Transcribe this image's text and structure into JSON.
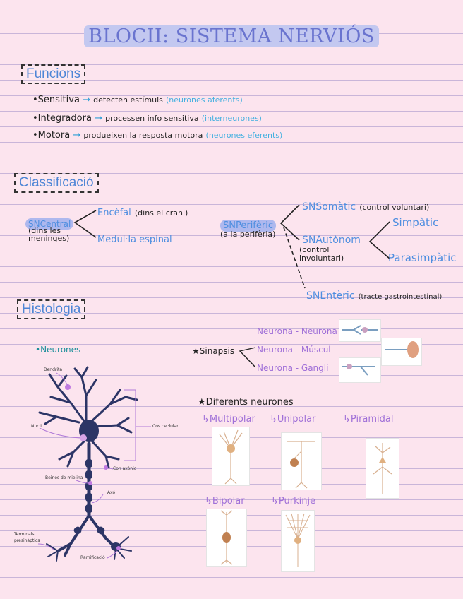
{
  "title": "BLOCII: SISTEMA NERVIÓS",
  "funcions": {
    "heading": "Funcions",
    "items": [
      {
        "name": "•Sensitiva",
        "desc": "detecten estímuls",
        "note": "(neurones aferents)"
      },
      {
        "name": "•Integradora",
        "desc": "processen info sensitiva",
        "note": "(interneurones)"
      },
      {
        "name": "•Motora",
        "desc": "produeixen la resposta motora",
        "note": "(neurones eferents)"
      }
    ]
  },
  "classificacio": {
    "heading": "Classificació",
    "snc": {
      "label": "SNCentral",
      "sub": "(dins les meninges)",
      "branches": [
        "Encèfal",
        "Medul·la espinal"
      ],
      "encefal_note": "(dins el crani)"
    },
    "snp": {
      "label": "SNPerifèric",
      "sub": "(a la perifèria)",
      "somatic": "SNSomàtic",
      "somatic_note": "(control voluntari)",
      "autonom": "SNAutònom",
      "autonom_note": "(control involuntari)",
      "simpatic": "Simpàtic",
      "parasimpatic": "Parasimpàtic",
      "enteric": "SNEntèric",
      "enteric_note": "(tracte gastrointestinal)"
    }
  },
  "histologia": {
    "heading": "Histologia",
    "neurones": "•Neurones",
    "diagram_labels": {
      "dendrita": "Dendrita",
      "nucli": "Nucli",
      "cos": "Cos cel·lular",
      "conus": "Con axònic",
      "beines": "Beines de mielina",
      "axo": "Axó",
      "terminals": "Terminals presinàptics",
      "ramificacio": "Ramificació"
    },
    "sinapsis": "★Sinapsis",
    "sinapsis_types": [
      "Neurona - Neurona",
      "Neurona - Múscul",
      "Neurona - Gangli"
    ],
    "diferents": "★Diferents neurones",
    "types": [
      "Multipolar",
      "Unipolar",
      "Piramidal",
      "Bipolar",
      "Purkinje"
    ]
  },
  "colors": {
    "accent": "#6a74cf",
    "blue": "#2f9fd6",
    "purple": "#a070d8",
    "neuron": "#2c3566",
    "background": "#fce4ee"
  }
}
